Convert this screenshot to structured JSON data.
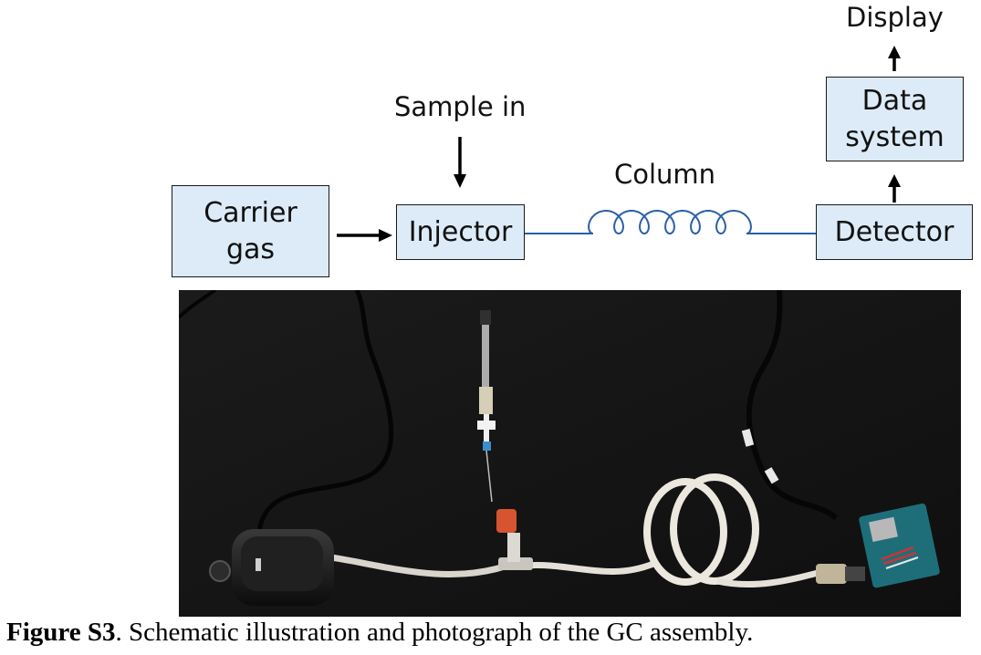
{
  "schematic": {
    "carrier_gas_label": "Carrier gas",
    "injector_label": "Injector",
    "detector_label": "Detector",
    "data_system_label": "Data system",
    "sample_in_label": "Sample in",
    "column_label": "Column",
    "display_label": "Display",
    "box_fill": "#dcebf7",
    "column_color": "#2a5fa8"
  },
  "photo": {
    "items": [
      "air-pump",
      "tubing",
      "syringe",
      "t-connector",
      "coiled-column",
      "sensor-board",
      "cable"
    ]
  },
  "caption": {
    "prefix": "Figure S3",
    "text": ". Schematic illustration and photograph of the GC assembly."
  }
}
